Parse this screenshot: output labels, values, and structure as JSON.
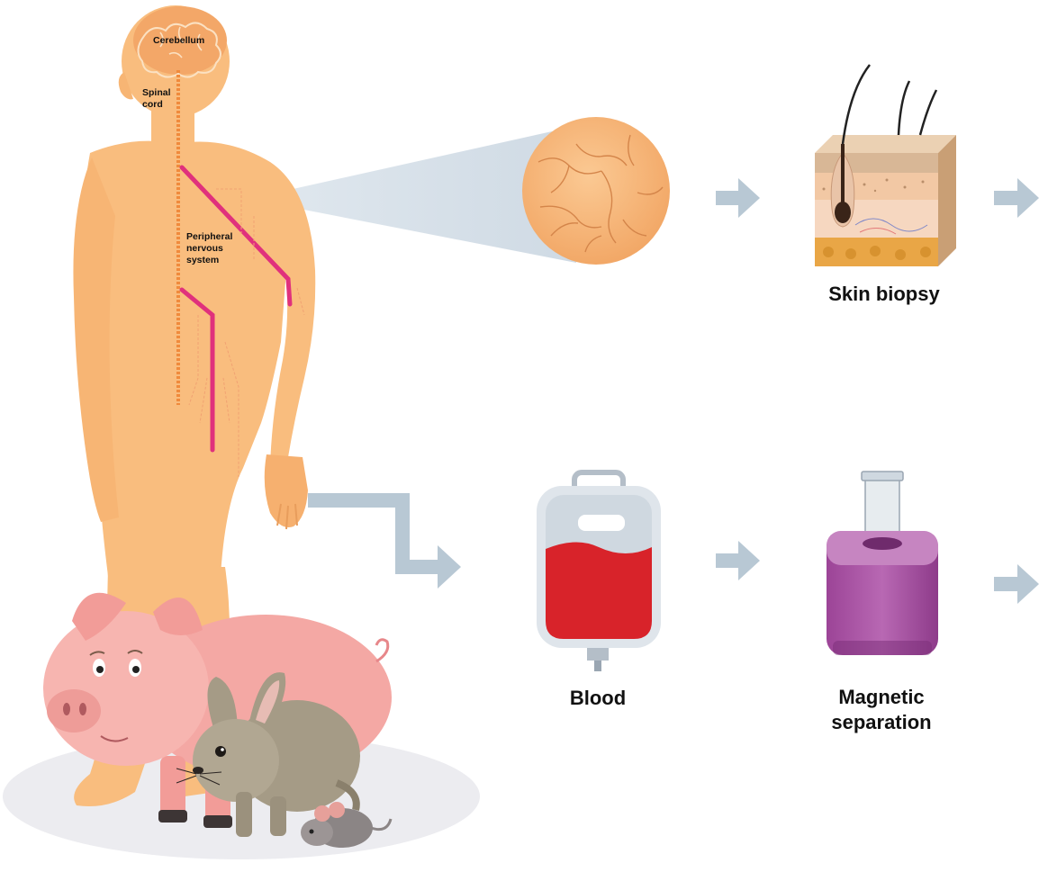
{
  "body_labels": {
    "cerebellum": "Cerebellum",
    "spinal_cord": [
      "Spinal",
      "cord"
    ],
    "peripheral": [
      "Peripheral",
      "nervous",
      "system"
    ]
  },
  "steps": {
    "skin_biopsy": "Skin biopsy",
    "blood": "Blood",
    "magnetic_separation": [
      "Magnetic",
      "separation"
    ]
  },
  "icons": [
    "human-body-icon",
    "brain-icon",
    "skin-magnifier-icon",
    "skin-layers-icon",
    "blood-bag-icon",
    "magnetic-separator-icon",
    "pig-icon",
    "rabbit-icon",
    "mouse-icon",
    "arrow-right-icon"
  ],
  "colors": {
    "body": "#f9bd7e",
    "nerve": "#e0317c",
    "arrow": "#b8c8d4",
    "blood": "#d8232a",
    "separator": "#a24fa0",
    "pig": "#f4a8a4",
    "rabbit": "#a59b86"
  }
}
